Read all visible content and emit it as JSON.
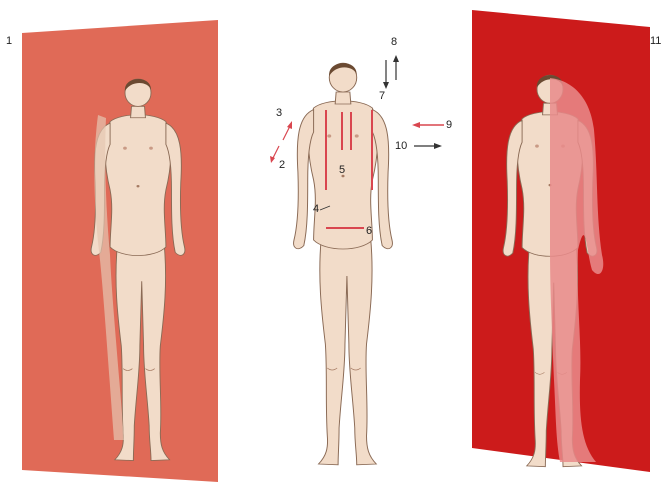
{
  "labels": {
    "l1": "1",
    "l2": "2",
    "l3": "3",
    "l4": "4",
    "l5": "5",
    "l6": "6",
    "l7": "7",
    "l8": "8",
    "l9": "9",
    "l10": "10",
    "l11": "11"
  },
  "colors": {
    "plane_left": "#e06a57",
    "plane_right": "#cc1b1b",
    "skin": "#f2dcc9",
    "skin_shadow": "#e5c6b0",
    "outline": "#8a6a55",
    "hair": "#6b4a32",
    "marker": "#d9464f",
    "arrow": "#333333"
  }
}
